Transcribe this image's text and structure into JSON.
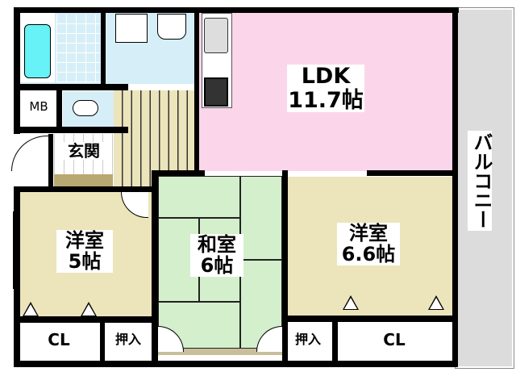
{
  "floor_plan": {
    "rooms": {
      "ldk": {
        "name": "LDK",
        "size": "11.7帖",
        "color": "#fbd6ea"
      },
      "western_room_1": {
        "name": "洋室",
        "size": "5帖",
        "color": "#ece4bb"
      },
      "japanese_room": {
        "name": "和室",
        "size": "6帖",
        "color": "#d4efcc"
      },
      "western_room_2": {
        "name": "洋室",
        "size": "6.6帖",
        "color": "#ece4bb"
      },
      "entrance": {
        "name": "玄関"
      },
      "meter_box": {
        "name": "MB"
      },
      "balcony": {
        "name": "バルコニー",
        "color": "#dcdcdc"
      },
      "closet_left": {
        "name": "CL"
      },
      "closet_right": {
        "name": "CL"
      },
      "oshiire_left": {
        "name": "押入"
      },
      "oshiire_right": {
        "name": "押入"
      }
    },
    "colors": {
      "wall": "#000000",
      "wet_area": "#d6eef7",
      "bathtub": "#66f2f7",
      "hallway": "#ece4bb",
      "entrance_step": "#b8a872"
    }
  }
}
